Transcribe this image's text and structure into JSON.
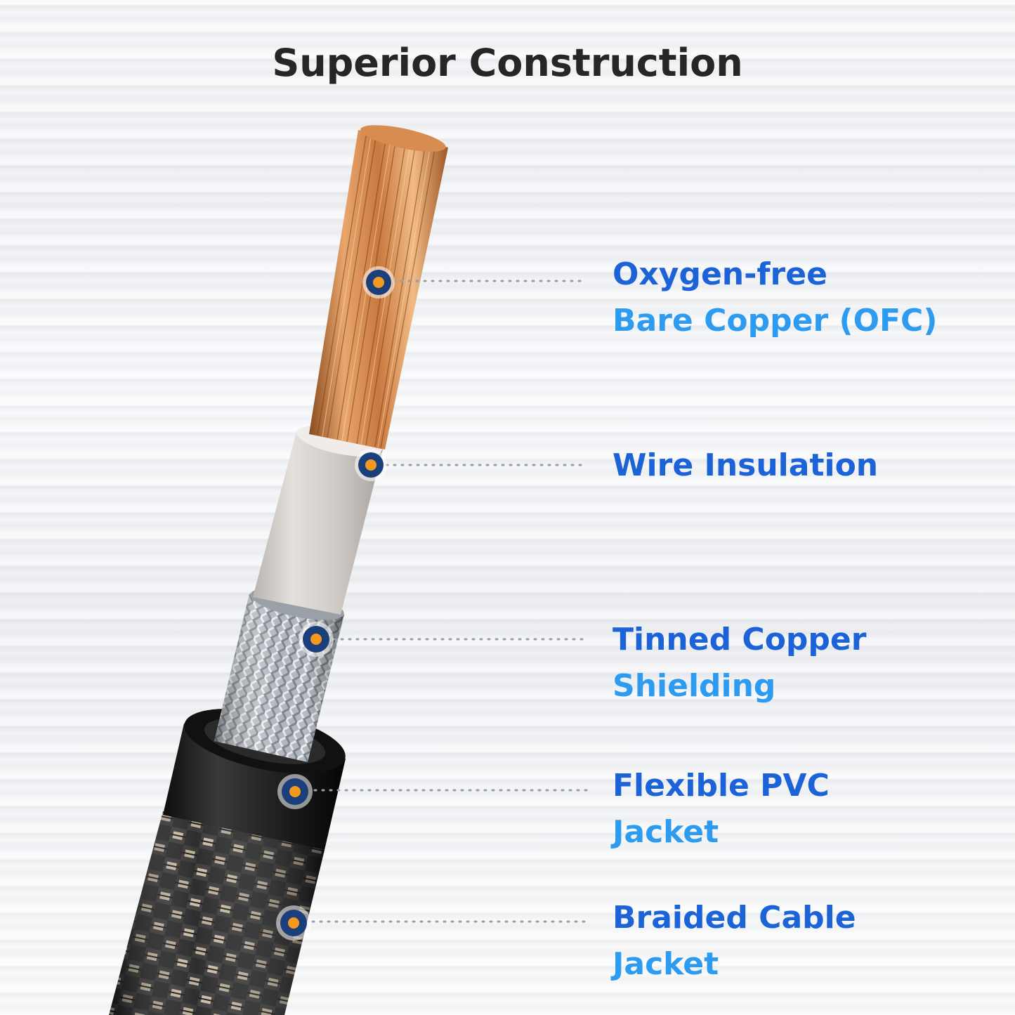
{
  "title": "Superior Construction",
  "colors": {
    "label_primary": "#1d63d8",
    "label_secondary": "#2d9cf0",
    "marker_ring": "#1b3f7a",
    "marker_dot": "#f39a1e",
    "leader_dots": "#9a9ea6"
  },
  "layers": [
    {
      "line1": "Oxygen-free",
      "line2": "Bare Copper (OFC)"
    },
    {
      "line1": "Wire Insulation",
      "line2": ""
    },
    {
      "line1": "Tinned Copper",
      "line2": "Shielding"
    },
    {
      "line1": "Flexible PVC",
      "line2": "Jacket"
    },
    {
      "line1": "Braided Cable",
      "line2": "Jacket"
    }
  ]
}
